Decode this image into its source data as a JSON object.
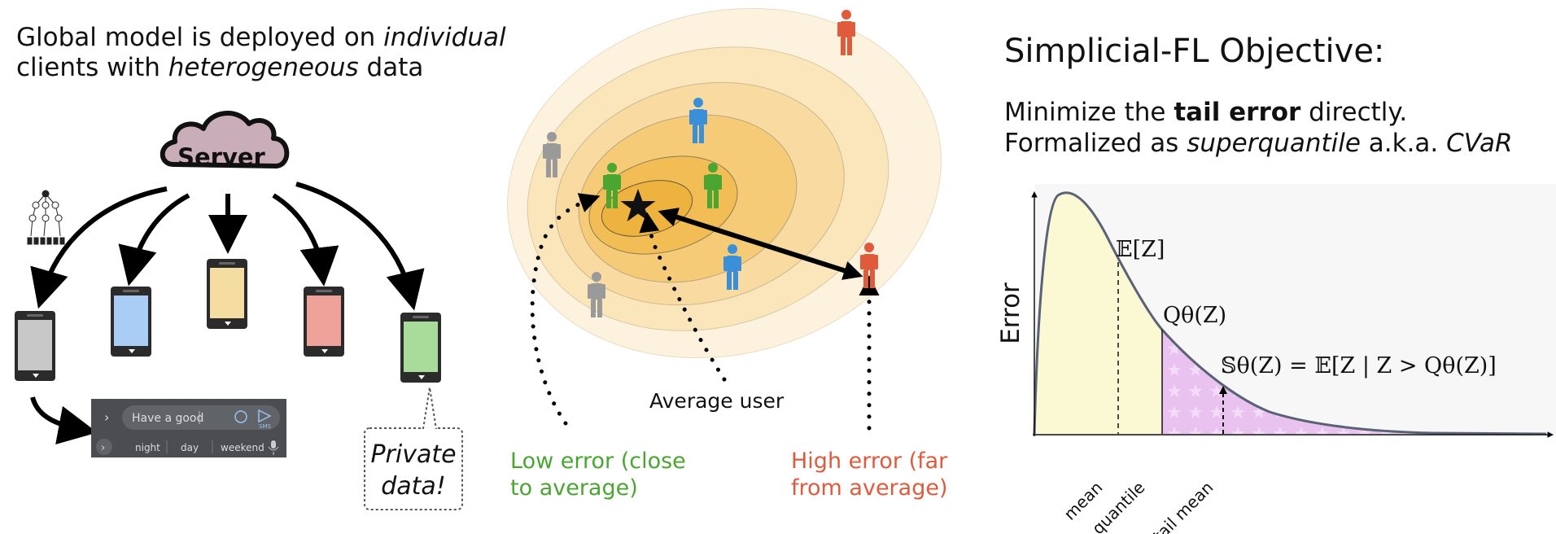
{
  "left_panel": {
    "caption_line1_a": "Global model is deployed on ",
    "caption_line1_b": "individual",
    "caption_line2_a": "clients with ",
    "caption_line2_b": "heterogeneous",
    "caption_line2_c": " data",
    "server_label": "Server",
    "keyboard": {
      "input_text": "Have a good",
      "send_label": "SMS",
      "suggestions": [
        "night",
        "day",
        "weekend"
      ]
    },
    "private_data_line1": "Private",
    "private_data_line2": "data!",
    "phone_colors": [
      "#c8c8c8",
      "#a9cdf5",
      "#f5dca0",
      "#eea29a",
      "#a9dc9b"
    ]
  },
  "middle_panel": {
    "average_user_label": "Average user",
    "low_error_line1": "Low error (close",
    "low_error_line2": "to average)",
    "high_error_line1": "High error (far",
    "high_error_line2": "from average)",
    "colors": {
      "low": "#4aa531",
      "high": "#e05a3c",
      "blue": "#3b8fd9",
      "gray": "#9a9a9a"
    }
  },
  "right_panel": {
    "title": "Simplicial-FL Objective:",
    "line1_a": "Minimize the ",
    "line1_b": "tail error",
    "line1_c": " directly.",
    "line2_a": "Formalized as ",
    "line2_b": "superquantile",
    "line2_c": " a.k.a. ",
    "line2_d": "CVaR",
    "y_axis_label": "Error",
    "expectation_label": "𝔼[Z]",
    "quantile_label": "Qθ(Z)",
    "superquantile_label": "𝕊θ(Z) = 𝔼[Z | Z > Qθ(Z)]",
    "tick_labels": [
      "mean",
      "quantile",
      "tail mean"
    ]
  }
}
